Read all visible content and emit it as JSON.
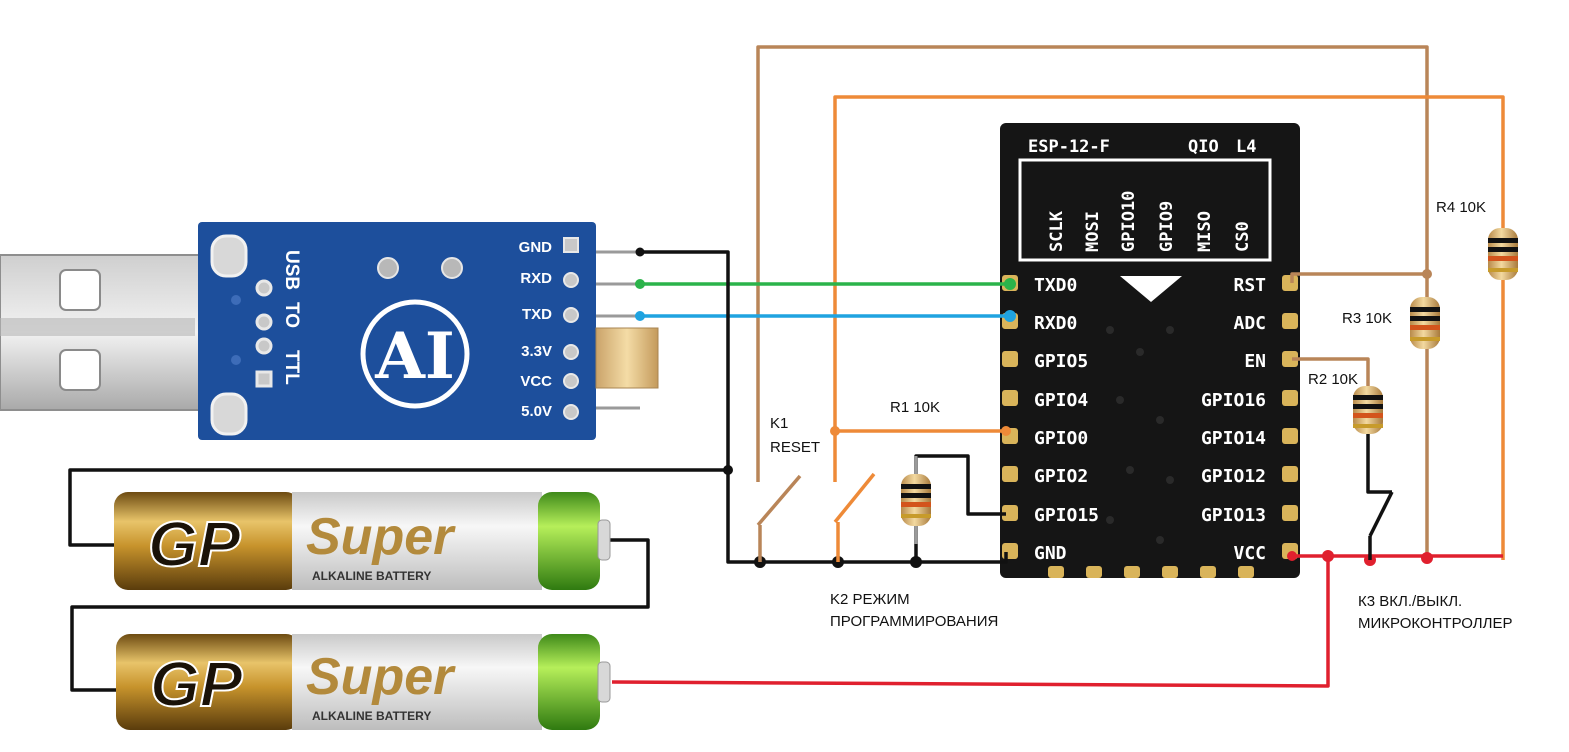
{
  "colors": {
    "brown": "#b98558",
    "orange": "#ee8a38",
    "green": "#2bb34a",
    "blue": "#1fa3e0",
    "black": "#111111",
    "red": "#e0202e",
    "board_blue": "#1d4f9c",
    "chip_black": "#151515"
  },
  "usb_module": {
    "title_line1": "USB",
    "title_line2": "TO",
    "title_line3": "TTL",
    "pins": [
      "GND",
      "RXD",
      "TXD",
      "3.3V",
      "VCC",
      "5.0V"
    ]
  },
  "esp": {
    "model": "ESP-12-F",
    "variant": "QIO",
    "variant2": "L4",
    "top_pins": [
      "SCLK",
      "MOSI",
      "GPIO10",
      "GPIO9",
      "MISO",
      "CS0"
    ],
    "left_pins": [
      "TXD0",
      "RXD0",
      "GPIO5",
      "GPIO4",
      "GPIO0",
      "GPIO2",
      "GPIO15",
      "GND"
    ],
    "right_pins": [
      "RST",
      "ADC",
      "EN",
      "GPIO16",
      "GPIO14",
      "GPIO12",
      "GPIO13",
      "VCC"
    ]
  },
  "labels": {
    "r1": "R1 10K",
    "r2": "R2 10K",
    "r3": "R3 10K",
    "r4": "R4 10K",
    "k1_line1": "K1",
    "k1_line2": "RESET",
    "k2_line1": "K2 РЕЖИМ",
    "k2_line2": "ПРОГРАММИРОВАНИЯ",
    "k3_line1": "К3 ВКЛ./ВЫКЛ.",
    "k3_line2": "МИКРОКОНТРОЛЛЕР"
  },
  "batteries": [
    {
      "brand": "GP",
      "name": "Super",
      "subtitle": "ALKALINE BATTERY"
    },
    {
      "brand": "GP",
      "name": "Super",
      "subtitle": "ALKALINE BATTERY"
    }
  ]
}
